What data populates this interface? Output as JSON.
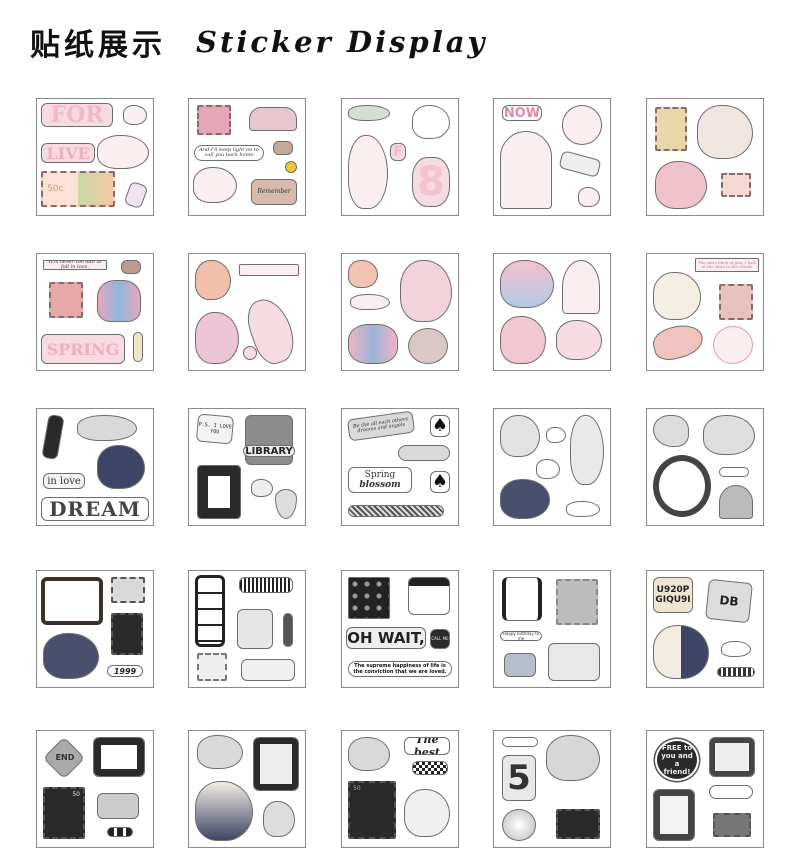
{
  "header": {
    "title_cn": "贴纸展示",
    "title_en": "Sticker Display"
  },
  "colors": {
    "card_border": "#8a8a8a",
    "pink_theme": "#f2c3cf",
    "dark_theme": "#2a2a2a",
    "background": "#ffffff"
  },
  "grid": {
    "rows": 5,
    "columns": 5,
    "total_cards": 25
  },
  "cards": [
    {
      "id": 1,
      "theme": "pink",
      "texts": [
        "FOR",
        "LIVE",
        "50c"
      ]
    },
    {
      "id": 2,
      "theme": "pink",
      "texts": [
        "And I'll keep light on to call you back home",
        "Remember"
      ]
    },
    {
      "id": 3,
      "theme": "pink",
      "texts": [
        "F",
        "8"
      ]
    },
    {
      "id": 4,
      "theme": "pink",
      "texts": [
        "NOW"
      ]
    },
    {
      "id": 5,
      "theme": "pink",
      "texts": []
    },
    {
      "id": 6,
      "theme": "pink",
      "texts": [
        "It is never too late to fall in love.",
        "SPRING"
      ]
    },
    {
      "id": 7,
      "theme": "pink",
      "texts": []
    },
    {
      "id": 8,
      "theme": "pink",
      "texts": []
    },
    {
      "id": 9,
      "theme": "pink",
      "texts": []
    },
    {
      "id": 10,
      "theme": "pink",
      "texts": [
        "The stars blink at you, I look at the stars in the clouds"
      ]
    },
    {
      "id": 11,
      "theme": "dark",
      "texts": [
        "in love",
        "DREAM"
      ]
    },
    {
      "id": 12,
      "theme": "dark",
      "texts": [
        "P.S. I LOVE YOU",
        "LIBRARY"
      ]
    },
    {
      "id": 13,
      "theme": "dark",
      "texts": [
        "Be the all each others dreams and angels",
        "Spring",
        "blossom"
      ]
    },
    {
      "id": 14,
      "theme": "dark",
      "texts": []
    },
    {
      "id": 15,
      "theme": "dark",
      "texts": []
    },
    {
      "id": 16,
      "theme": "dark",
      "texts": [
        "1999"
      ]
    },
    {
      "id": 17,
      "theme": "dark",
      "texts": []
    },
    {
      "id": 18,
      "theme": "dark",
      "texts": [
        "OH WAIT,",
        "CALL ME",
        "The supreme happiness of life is the conviction that we are loved."
      ]
    },
    {
      "id": 19,
      "theme": "dark",
      "texts": [
        "Happy birthday to me"
      ]
    },
    {
      "id": 20,
      "theme": "dark",
      "texts": [
        "U920P",
        "GIQU9I",
        "DB"
      ]
    },
    {
      "id": 21,
      "theme": "dark",
      "texts": [
        "END",
        "50"
      ]
    },
    {
      "id": 22,
      "theme": "dark",
      "texts": []
    },
    {
      "id": 23,
      "theme": "dark",
      "texts": [
        "The best",
        "50"
      ]
    },
    {
      "id": 24,
      "theme": "dark",
      "texts": [
        "5"
      ]
    },
    {
      "id": 25,
      "theme": "dark",
      "texts": [
        "FREE to you and a friend!"
      ]
    }
  ],
  "labels": {
    "c1_for": "FOR",
    "c1_live": "LIVE",
    "c1_price": "50c",
    "c2_script": "And I'll keep light on to call you back home",
    "c2_remember": "Remember",
    "c3_f": "F",
    "c3_8": "8",
    "c4_now": "NOW",
    "c6_quote": "It is never too late to fall in love.",
    "c6_spring": "SPRING",
    "c10_quote": "The stars blink at you, I look at the stars in the clouds",
    "c11_inlove": "in love",
    "c11_dream": "DREAM",
    "c12_ps": "P.S. I LOVE YOU",
    "c12_library": "LIBRARY",
    "c13_script": "Be the all each others dreams and angels",
    "c13_spring": "Spring",
    "c13_blossom": "blossom",
    "c16_year": "1999",
    "c18_ohwait": "OH WAIT,",
    "c18_callme": "CALL ME",
    "c18_quote": "The supreme happiness of life is the conviction that we are loved.",
    "c19_bday": "Happy birthday to me",
    "c20_code1": "U920P",
    "c20_code2": "GIQU9I",
    "c20_db": "DB",
    "c21_end": "END",
    "c21_price": "50",
    "c23_best": "The best",
    "c23_price": "50",
    "c24_five": "5",
    "c25_free": "FREE to you and a friend!",
    "spade": "♠",
    "heart_suit": "♥",
    "butterfly": "🦋"
  }
}
